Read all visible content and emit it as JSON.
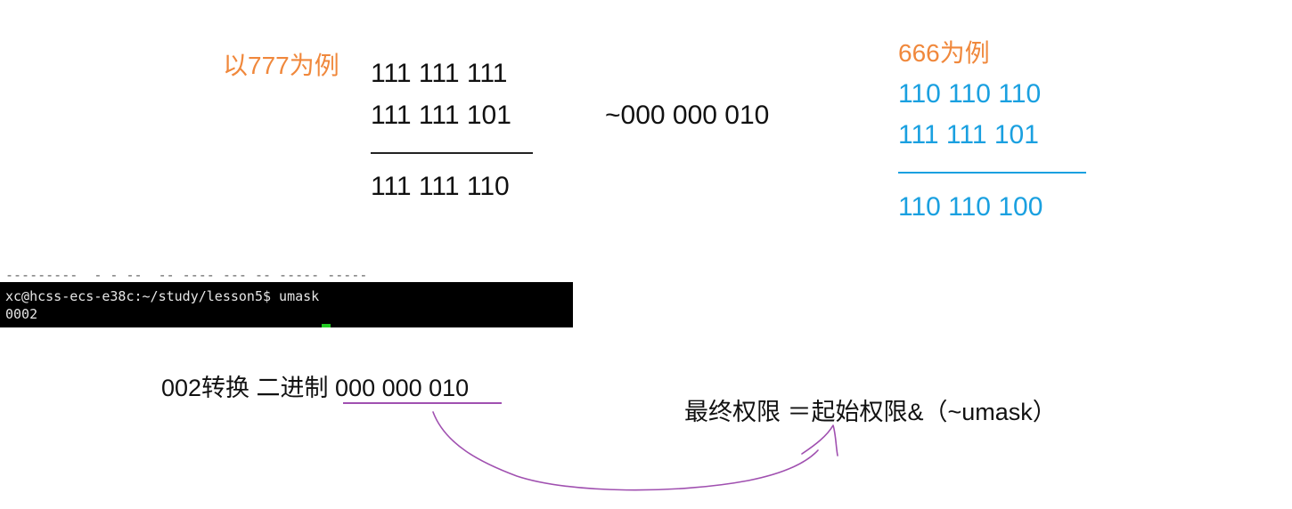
{
  "left_example": {
    "label": "以777为例",
    "row1": "111 111 111",
    "row2": "111 111 101",
    "result": "111 111 110"
  },
  "mask_complement": "~000 000 010",
  "right_example": {
    "label": "666为例",
    "row1": "110 110 110",
    "row2": "111 111 101",
    "result": "110 110 100"
  },
  "terminal": {
    "prompt_line": "xc@hcss-ecs-e38c:~/study/lesson5$ umask",
    "output_line": "0002"
  },
  "conversion_text": "002转换 二进制 000 000 010",
  "formula_text": "最终权限 ＝起始权限&（~umask）",
  "colors": {
    "orange": "#f0883c",
    "blue": "#1aa0e0",
    "purple": "#a050b0",
    "terminal_bg": "#000000"
  }
}
